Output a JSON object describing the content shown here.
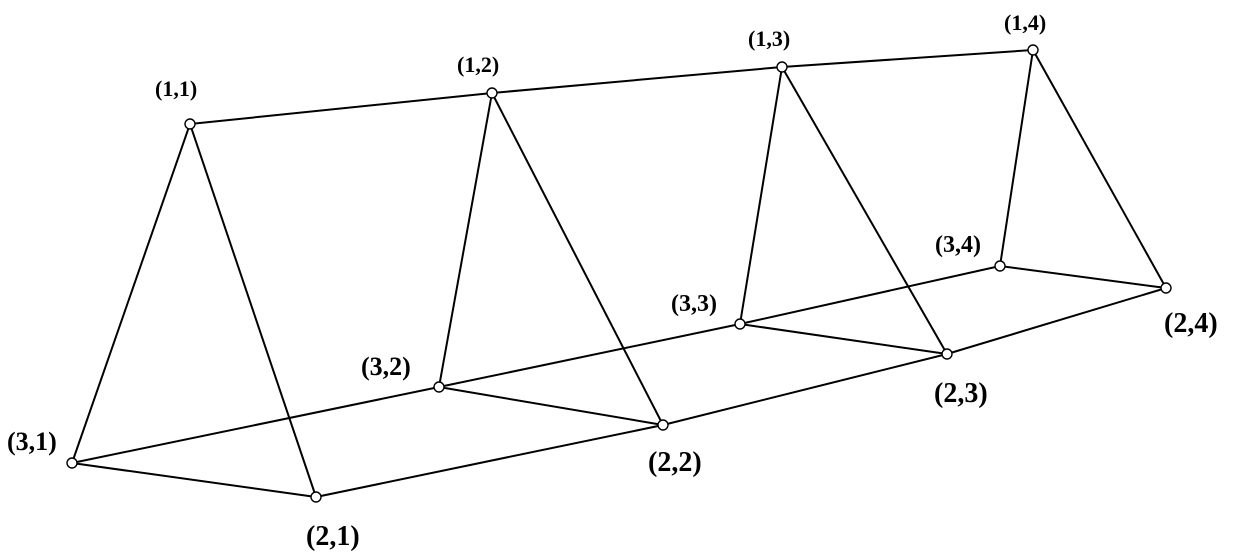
{
  "labels": {
    "v11": "(1,1)",
    "v12": "(1,2)",
    "v13": "(1,3)",
    "v14": "(1,4)",
    "v21": "(2,1)",
    "v22": "(2,2)",
    "v23": "(2,3)",
    "v24": "(2,4)",
    "v31": "(3,1)",
    "v32": "(3,2)",
    "v33": "(3,3)",
    "v34": "(3,4)"
  },
  "edges": [
    [
      "v11",
      "v12"
    ],
    [
      "v12",
      "v13"
    ],
    [
      "v13",
      "v14"
    ],
    [
      "v21",
      "v22"
    ],
    [
      "v22",
      "v23"
    ],
    [
      "v23",
      "v24"
    ],
    [
      "v31",
      "v32"
    ],
    [
      "v32",
      "v33"
    ],
    [
      "v33",
      "v34"
    ],
    [
      "v11",
      "v21"
    ],
    [
      "v11",
      "v31"
    ],
    [
      "v21",
      "v31"
    ],
    [
      "v12",
      "v22"
    ],
    [
      "v12",
      "v32"
    ],
    [
      "v22",
      "v32"
    ],
    [
      "v13",
      "v23"
    ],
    [
      "v13",
      "v33"
    ],
    [
      "v23",
      "v33"
    ],
    [
      "v14",
      "v24"
    ],
    [
      "v14",
      "v34"
    ],
    [
      "v24",
      "v34"
    ]
  ],
  "colors": {
    "line": "#000000",
    "vertex_fill": "#ffffff",
    "background": "#ffffff"
  }
}
